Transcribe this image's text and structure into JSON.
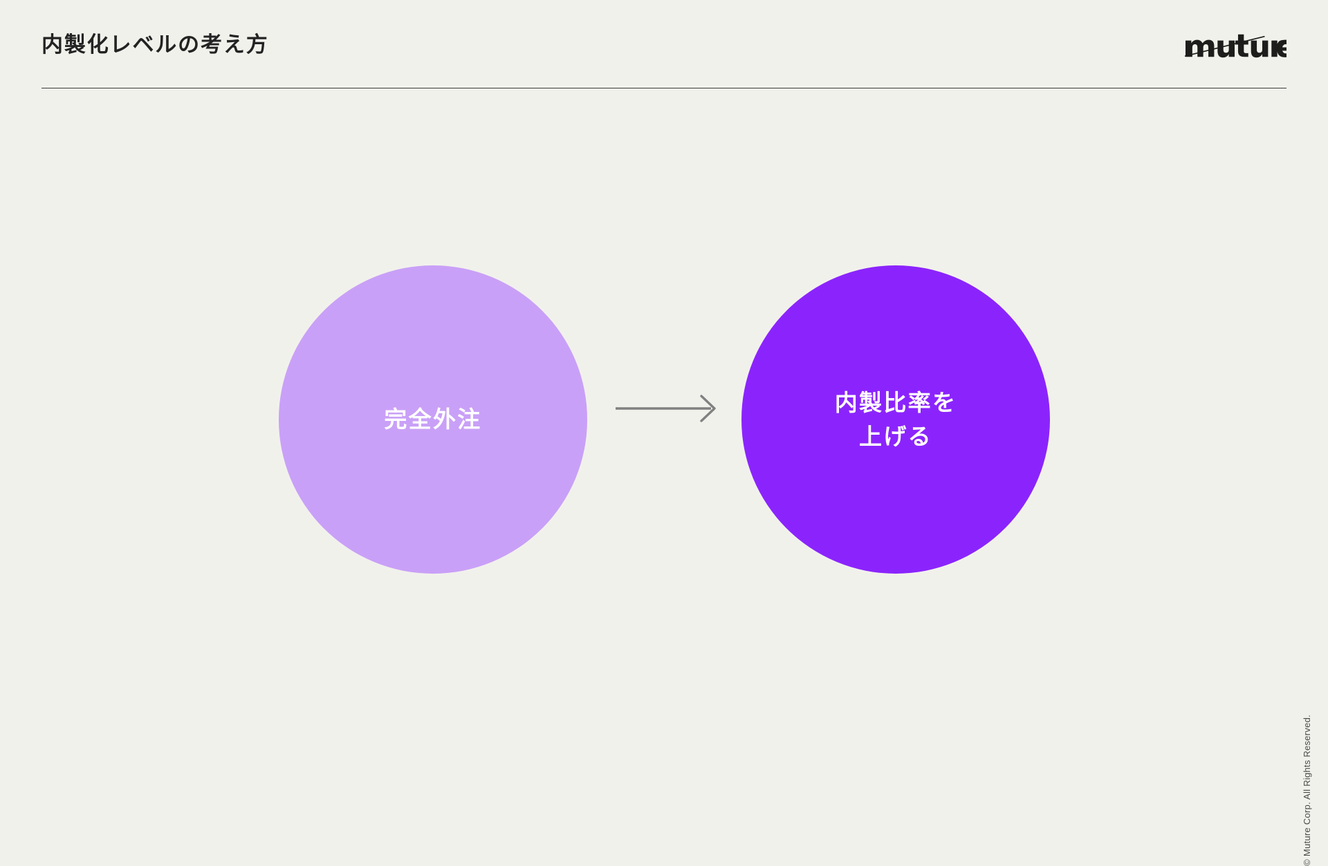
{
  "slide": {
    "background_color": "#F1F1EC",
    "title": "内製化レベルの考え方"
  },
  "brand": {
    "name": "muture",
    "logo_name": "muture-wordmark-logo"
  },
  "diagram": {
    "type": "two-node-flow",
    "nodes": [
      {
        "id": "current-state",
        "label": "完全外注",
        "fill_color": "#C9A0F7",
        "text_color": "#FFFFFF"
      },
      {
        "id": "target-state",
        "label": "内製比率を\n上げる",
        "fill_color": "#8B24FC",
        "text_color": "#FFFFFF"
      }
    ],
    "connector": {
      "id": "progression-arrow",
      "direction": "right",
      "color": "#808080"
    }
  },
  "footer": {
    "copyright": "© Muture Corp. All Rights Reserved."
  }
}
